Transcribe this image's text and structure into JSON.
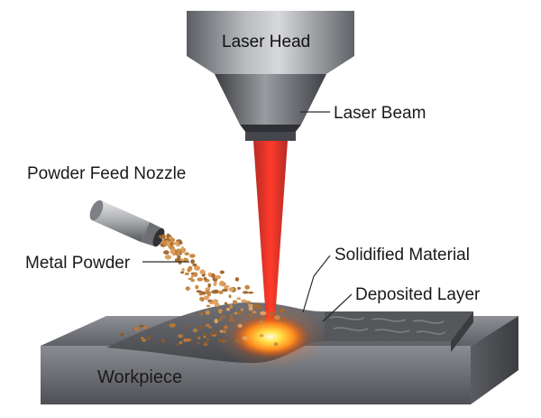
{
  "labels": {
    "laser_head": "Laser Head",
    "laser_beam": "Laser Beam",
    "powder_feed_nozzle": "Powder Feed Nozzle",
    "metal_powder": "Metal Powder",
    "solidified_material": "Solidified Material",
    "deposited_layer": "Deposited Layer",
    "workpiece": "Workpiece"
  },
  "colors": {
    "metal_dark": "#4a4d52",
    "metal_light": "#c9cbcf",
    "beam": "#e1241c",
    "melt_pool": "#ffd23a",
    "powder": "#c98a45"
  }
}
